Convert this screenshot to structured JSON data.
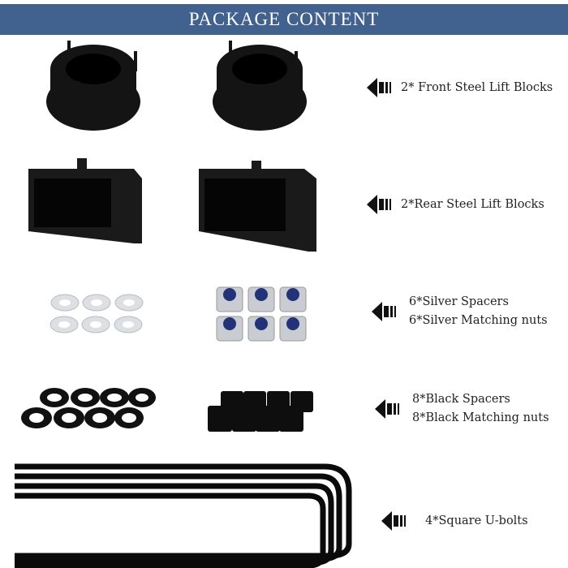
{
  "header": {
    "title": "PACKAGE CONTENT",
    "bg_color": "#41628f"
  },
  "items": [
    {
      "lines": [
        "2* Front Steel Lift Blocks"
      ],
      "icon": "arrow-left-icon"
    },
    {
      "lines": [
        "2*Rear Steel Lift Blocks"
      ],
      "icon": "arrow-left-icon"
    },
    {
      "lines": [
        "6*Silver Spacers",
        "6*Silver Matching nuts"
      ],
      "icon": "arrow-left-icon"
    },
    {
      "lines": [
        "8*Black Spacers",
        "8*Black Matching nuts"
      ],
      "icon": "arrow-left-icon"
    },
    {
      "lines": [
        "4*Square U-bolts"
      ],
      "icon": "arrow-left-icon"
    }
  ]
}
